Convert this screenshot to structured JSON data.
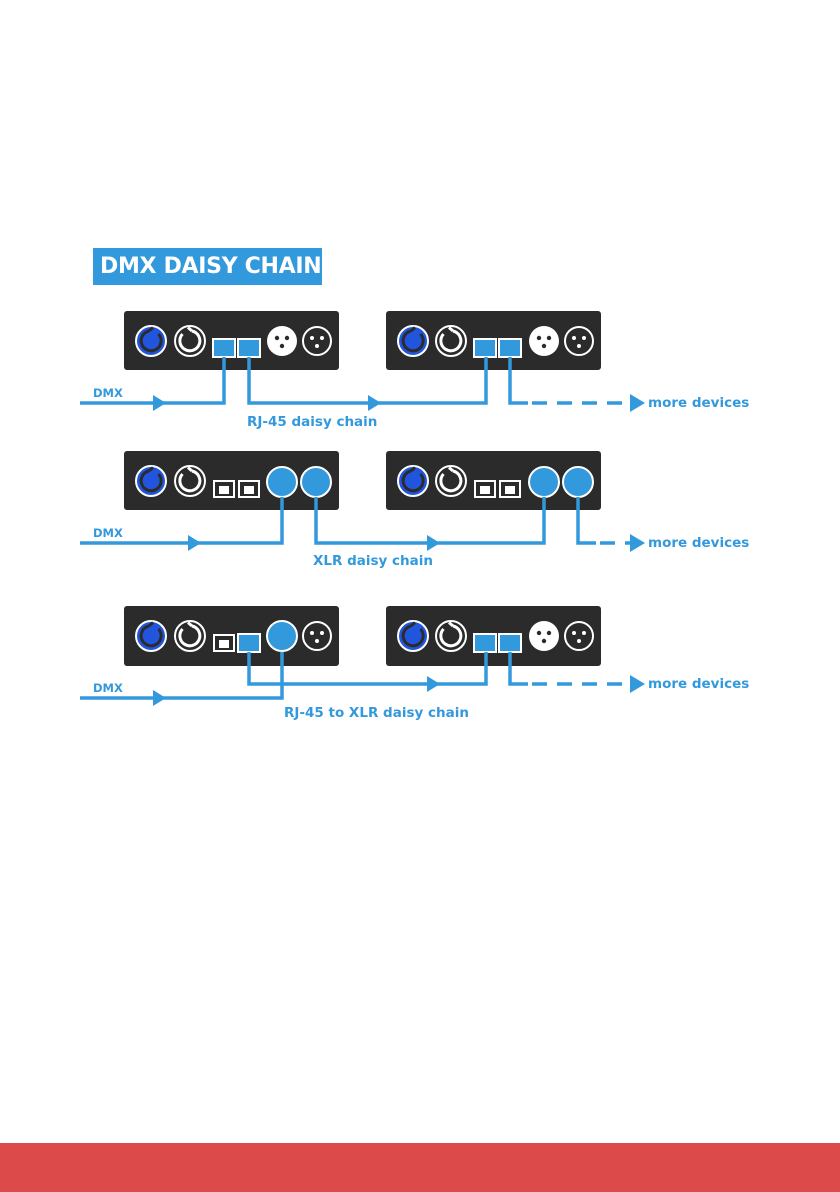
{
  "title": "DMX DAISY CHAIN",
  "rows": [
    {
      "input_label": "DMX",
      "chain_label": "RJ-45 daisy chain",
      "output_label": "more devices"
    },
    {
      "input_label": "DMX",
      "chain_label": "XLR daisy chain",
      "output_label": "more devices"
    },
    {
      "input_label": "DMX",
      "chain_label": "RJ-45 to XLR daisy chain",
      "output_label": "more devices"
    }
  ],
  "colors": {
    "accent_blue": "#3399dd",
    "powercon_in_blue": "#2255dd",
    "device_body": "#2b2b2b",
    "footer_red": "#dd4a4a"
  }
}
